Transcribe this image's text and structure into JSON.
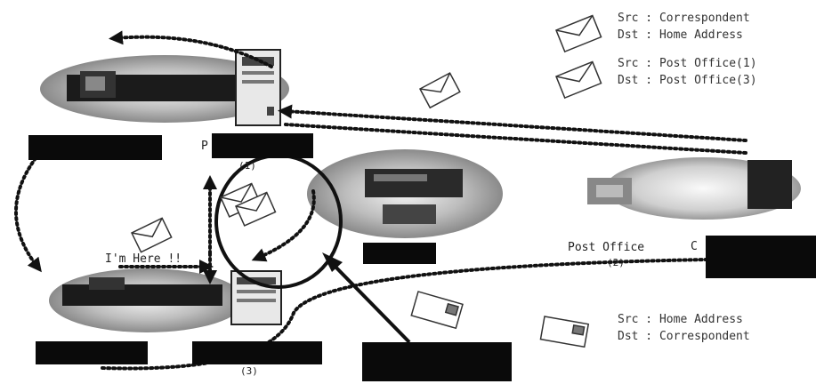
{
  "legend": [
    {
      "icon": "envelope-icon",
      "line1": "Src : Correspondent",
      "line2": "Dst : Home Address"
    },
    {
      "icon": "envelope-icon",
      "line1": "Src : Post Office(1)",
      "line2": "Dst : Post Office(3)"
    },
    {
      "icon": "envelope-icon",
      "line1": "Src : Home Address",
      "line2": "Dst : Correspondent"
    }
  ],
  "labels": {
    "post_office_1_prefix": "P",
    "post_office_1_num": "(1)",
    "post_office_2": "Post Office",
    "post_office_2_num": "(2)",
    "post_office_3_num": "(3)",
    "im_here": "I'm Here !!",
    "correspondent_partial": "C"
  }
}
